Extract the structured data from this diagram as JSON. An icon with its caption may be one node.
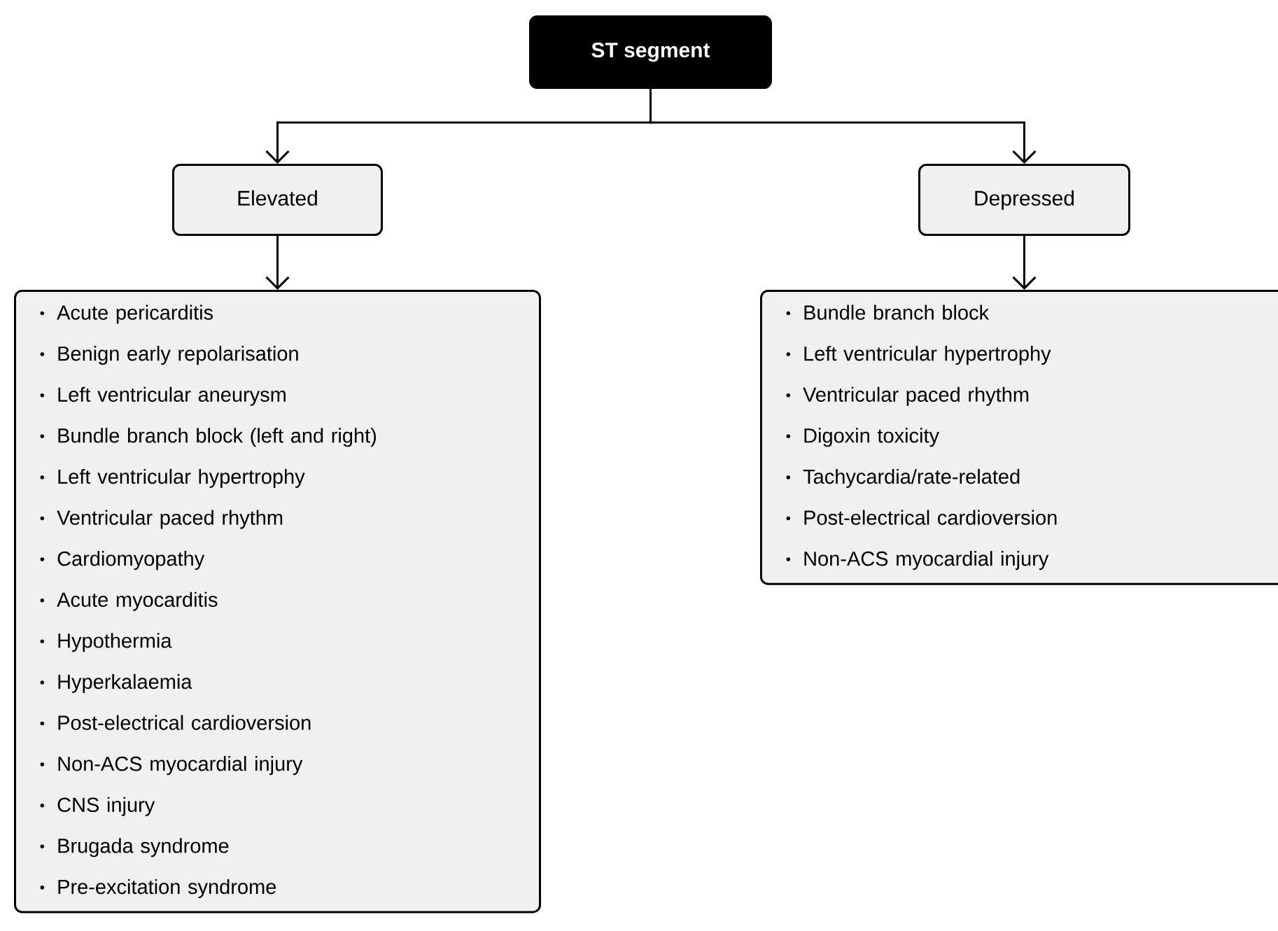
{
  "diagram": {
    "nodes": [
      {
        "text": [
          "ST segment"
        ]
      },
      {
        "text": [
          "Elevated"
        ]
      },
      {
        "text": [
          "Depressed"
        ]
      },
      {
        "text": [
          "Acute pericarditis",
          "Benign early repolarisation",
          "Left ventricular aneurysm",
          "Bundle branch block (left and right)",
          "Left ventricular hypertrophy",
          "Ventricular paced rhythm",
          "Cardiomyopathy",
          "Acute myocarditis",
          "Hypothermia",
          "Hyperkalaemia",
          "Post-electrical cardioversion",
          "Non-ACS myocardial injury",
          "CNS injury",
          "Brugada syndrome",
          "Pre-excitation syndrome"
        ]
      },
      {
        "text": [
          "Bundle branch block",
          "Left ventricular hypertrophy",
          "Ventricular paced rhythm",
          "Digoxin toxicity",
          "Tachycardia/rate-related",
          "Post-electrical cardioversion",
          "Non-ACS myocardial injury"
        ]
      }
    ],
    "edges": [
      {
        "from": 0,
        "to": 1,
        "arrow": "to"
      },
      {
        "from": 0,
        "to": 2,
        "arrow": "to"
      },
      {
        "from": 1,
        "to": 3,
        "arrow": "to"
      },
      {
        "from": 2,
        "to": 4,
        "arrow": "to"
      }
    ]
  }
}
